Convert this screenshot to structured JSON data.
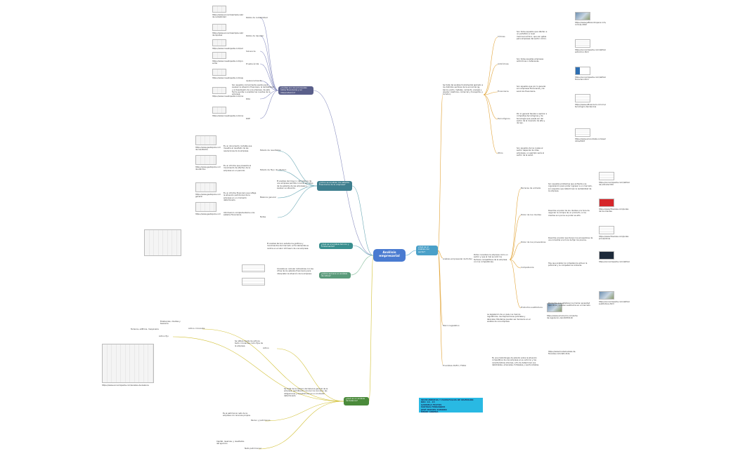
{
  "center": "Análisis empresarial",
  "note": "INSTRUMENTOS Y PORTAFOLIOS DE INVERSIÓN\nNRC: 16 - 15\nGABRIELA FRUTOS\nMATHIAS FERNANDEZ\nJOSÉ MANUEL RAMIREZ\nHENRY ARDERA",
  "right_topic": "¿Qué es el análisis del sector?",
  "right_branches": [
    {
      "text": "Se trata del análisis fundamental aplicado a los distintos sectores de la economía (ej. banca, petro, metales, cemento, energía y alquiler, telefonía, comercial y transporte, y turismo)."
    },
    {
      "text": "Análisis empresarial de Porter",
      "sub": "Porter considera la empresa como un sector y que el mal es reñir los factores competitivos de la empresa con los competidores."
    },
    {
      "text": "Marco legislativo",
      "sub": "La legislación de un país, los marcos regulatorios, las disposiciones judiciales y laborales tributarias pueden ser decisivos en el análisis de una empresa.",
      "url": "https://www.elcomercio.com/actualidad/negocios/ley-de-regulacion-del-20250116"
    },
    {
      "text": "El análisis DAFO / FODA",
      "sub": "Es una metodología de estudio sobre la situación competitiva de una empresa en su entorno y las características internas, a fin de determinar sus debilidades, amenazas, fortalezas y oportunidades.",
      "url": "https://www.fundamentals-de-finanzas.com/dafo-foda"
    }
  ],
  "sectors": [
    {
      "label": "Cíclicas",
      "text": "Son todos aquellos que afectan a un portafolio a nivel macroeconómico, que son aptas para empresas del sector cíclico.",
      "url": "https://www.jeffersonhopeca.com/mercados/analisis/sector-ciclicas-2022"
    },
    {
      "label": "Anticíclicas",
      "text": "Son todas aquellas empresas anticíclicas o defensivas.",
      "url": "https://economipedia.com/definiciones/sector-anticiclico.html"
    },
    {
      "label": "Financieros",
      "text": "Son aquellos que por lo general son empresas financieras y de servicios financieros.",
      "url": "https://economipedia.com/definiciones/sector-financiero.html"
    },
    {
      "label": "Tecnológicos",
      "text": "Por lo general tienden a aplicar a compañías tecnológicas y de tecnología que puede ser del sector de la inversión de alta y de lujo.",
      "url": "https://www.elfinanciero.com.mx/empresas/2022/02/sector-tecnologico-tendencias"
    },
    {
      "label": "Otros",
      "text": "Son aquellos de los cuales el sector depende de otras empresas, un ejemplo sería el sector de la salud.",
      "url": "https://www.elconomista.com/sectores-otros/2023"
    }
  ],
  "porter": [
    {
      "label": "Barreras de entrada",
      "text": "Son aquellos problemas que enfrenta una organización para poder ingresar a un mercado, son aquellos que determinan la rentabilidad de la empresa.",
      "url": "https://economipedia.com/definiciones/barreras-de-entrada.html"
    },
    {
      "label": "Poder de los clientes",
      "text": "Describe el poder de los clientes a la hora de negociar la compra de un producto, si los clientes son pocos su poder es alto.",
      "url": "https://www.5fuerzas.com/poder-de-los-clientes"
    },
    {
      "label": "Poder de los proveedores",
      "text": "Describe el poder que tienen los proveedores de una industria a la hora de fijar los precios.",
      "url": "https://www.5fuerzas.com/poder-proveedores"
    },
    {
      "label": "Competencia",
      "text": "Hay que analizar la competencia actual, la potencial y la competencia indirecta.",
      "url": "https://economipedia.com/definiciones/competencia.html"
    },
    {
      "label": "Productos sustitutivos",
      "text": "Productos que satisfacen la misma necesidad que otros y pueden sustituirlos en el mercado.",
      "url": "https://economipedia.com/definiciones/productos-sustitutivos.html"
    }
  ],
  "left_topics": [
    "¿Cuáles son los principales ratios financieros y su interpretación?",
    "¿Cómo se analizan los estados financieros de la empresa?",
    "¿Qué es el análisis técnico y fundamental?",
    "¿Cómo se hace un análisis de ratios?",
    "¿Qué es un análisis de balance?"
  ],
  "ratios": [
    {
      "label": "Ratios de rentabilidad",
      "url": "https://www.economiasimple.net/ratios-de-rentabilidad"
    },
    {
      "label": "Ratios de liquidez",
      "url": "https://www.economiasimple.net/ratios-de-liquidez"
    },
    {
      "label": "Solvencia",
      "url": "https://www.investopedia.com/solvencia"
    },
    {
      "label": "Prueba ácida",
      "url": "https://www.investopedia.com/prueba-acida"
    },
    {
      "label": "Apalancamiento",
      "url": "https://www.investopedia.com/apalancamiento"
    },
    {
      "label": "ROA",
      "url": "https://www.investopedia.com/roa"
    },
    {
      "label": "ROE",
      "url": "https://www.investopedia.com/roe"
    }
  ],
  "ratios_desc": "Son aquellos comúnmente usados para evaluar la situación financiera, la rentabilidad y el desempeño de una empresa, de esta forma ayudan a analizar las cuentas de la empresa.",
  "estados": [
    {
      "label": "Estado de resultados",
      "text": "Es un documento contable que muestra el resultado de las operaciones de la empresa.",
      "url": "https://www.gestiopolis.com/estado-de-resultados"
    },
    {
      "label": "Estado de flujo de efectivo",
      "text": "Es un informe que presenta el movimiento de efectivo de la empresa en un periodo.",
      "url": "https://www.gestiopolis.com/flujo-de-efectivo"
    },
    {
      "label": "Balance general",
      "text": "Es un informe financiero que refleja la situación patrimonial de la empresa en un momento determinado.",
      "url": "https://www.gestiopolis.com/balance-general"
    },
    {
      "label": "Notas",
      "text": "Información complementaria a los estados financieros.",
      "url": "https://www.gestiopolis.com/notas"
    }
  ],
  "estados_desc": "El análisis del mayor o del balance de una empresa permite conocer las cifras de los estados de las empresas y evaluar su situación.",
  "analisis_tecnico": "El análisis técnico estudia los gráficos y movimientos del mercado; el fundamental se centra en el valor intrínseco de una empresa.",
  "ratios_analisis": "Consiste en calcular indicadores con las cifras de los estados financieros para interpretar la situación de la empresa.",
  "balance": [
    {
      "label": "Activo circulante",
      "text": "Existencias, clientes y tesorería"
    },
    {
      "label": "Activo fijo",
      "text": "Terrenos, edificios, maquinaria"
    },
    {
      "label": "Activo",
      "text": "Se refiere desde los activos tanto circulantes como fijos de la empresa"
    },
    {
      "label": "Pasivo y patrimonio",
      "text": "Es el patrimonio neto de la empresa con recursos propios"
    },
    {
      "label": "Neto patrimonial",
      "text": "Capital, reservas, y resultados del ejercicio"
    }
  ],
  "balance_desc": "Se trata de la revisión del balance general de la empresa, permitiendo conocer los recursos, las obligaciones y el patrimonio en un momento determinado.",
  "balance_url": "https://www.economipedia.com/analisis-de-balance"
}
